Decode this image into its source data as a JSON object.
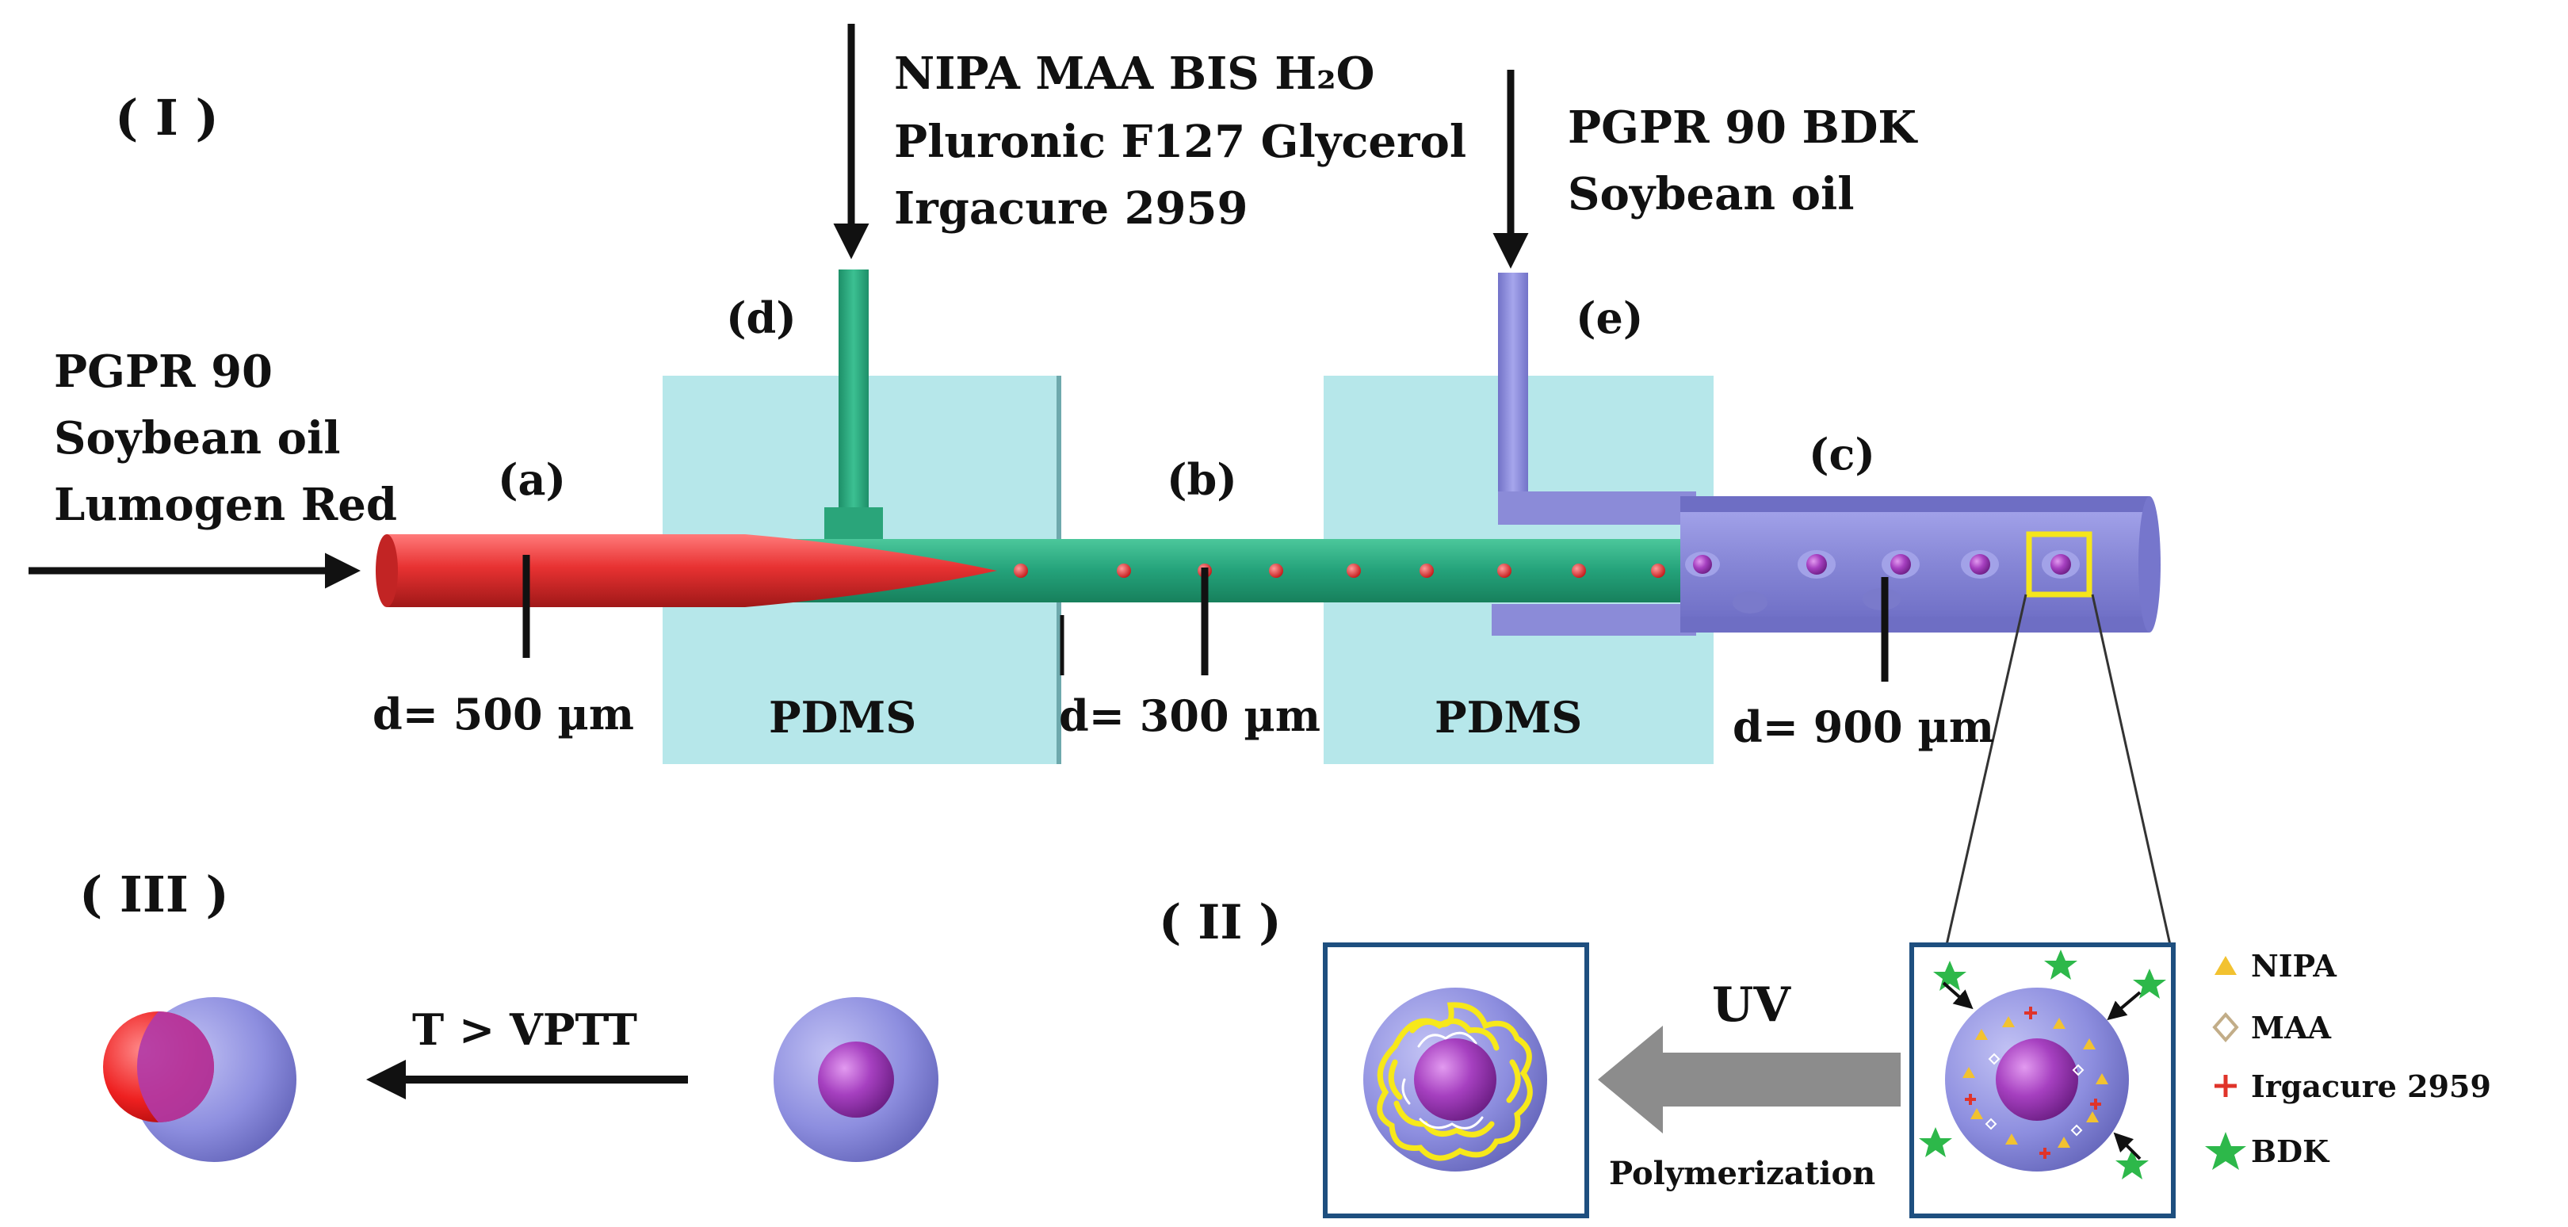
{
  "section_labels": {
    "I": "( I )",
    "II": "( II )",
    "III": "( III )"
  },
  "inlets": {
    "middle": [
      "NIPA  MAA  BIS  H₂O",
      "Pluronic F127   Glycerol",
      "Irgacure 2959"
    ],
    "right": [
      "PGPR 90   BDK",
      "Soybean oil"
    ],
    "left": [
      "PGPR 90",
      "Soybean oil",
      "Lumogen Red"
    ]
  },
  "channel_labels": {
    "a": "(a)",
    "b": "(b)",
    "c": "(c)",
    "d": "(d)",
    "e": "(e)"
  },
  "diameters": {
    "a": "d= 500 µm",
    "b": "d= 300 µm",
    "c": "d= 900 µm"
  },
  "block_label": "PDMS",
  "uv_label": "UV",
  "polymerization_label": "Polymerization",
  "vptt_label": "T > VPTT",
  "legend": [
    {
      "label": "NIPA",
      "marker": "triangle",
      "color": "#f2c230"
    },
    {
      "label": "MAA",
      "marker": "diamond",
      "color": "#c2ad88"
    },
    {
      "label": "Irgacure 2959",
      "marker": "plus",
      "color": "#e0342a"
    },
    {
      "label": "BDK",
      "marker": "star",
      "color": "#2db84a"
    }
  ],
  "colors": {
    "pdms": "#b6e7ea",
    "inner_tube": "#ea3434",
    "middle_channel": "#2aa57a",
    "outer_channel": "#8b8bd8",
    "droplet_core": "#a240b8",
    "droplet_shell": "#8c8ddf",
    "highlight_box": "#f5e51b",
    "panel_border": "#1e4f7f",
    "uv_arrow": "#8c8c8c"
  }
}
